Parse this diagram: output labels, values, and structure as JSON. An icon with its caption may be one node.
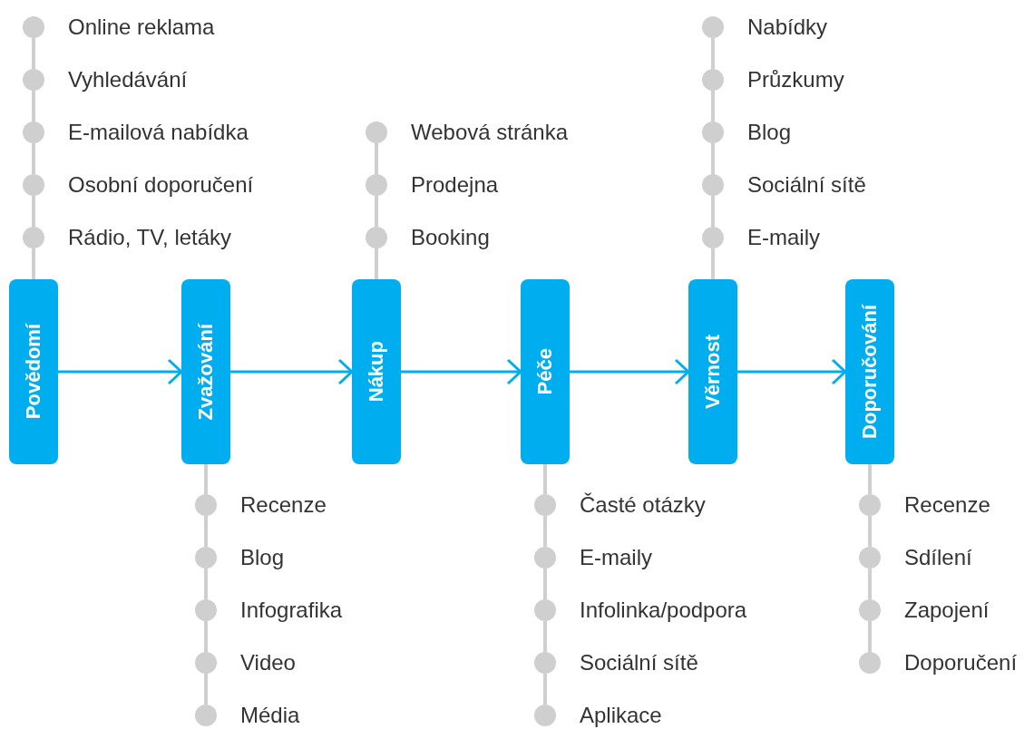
{
  "diagram": {
    "nodes": [
      {
        "text": [
          "Online reklama"
        ]
      },
      {
        "text": [
          "Vyhledávání"
        ]
      },
      {
        "text": [
          "E-mailová nabídka"
        ]
      },
      {
        "text": [
          "Osobní doporučení"
        ]
      },
      {
        "text": [
          "Rádio, TV, letáky"
        ]
      },
      {
        "text": [
          "Webová stránka"
        ]
      },
      {
        "text": [
          "Prodejna"
        ]
      },
      {
        "text": [
          "Booking"
        ]
      },
      {
        "text": [
          "Nabídky"
        ]
      },
      {
        "text": [
          "Průzkumy"
        ]
      },
      {
        "text": [
          "Blog"
        ]
      },
      {
        "text": [
          "Sociální sítě"
        ]
      },
      {
        "text": [
          "E-maily"
        ]
      },
      {
        "text": [
          "Povědomí"
        ]
      },
      {
        "text": [
          "Zvažování"
        ]
      },
      {
        "text": [
          "Nákup"
        ]
      },
      {
        "text": [
          "Péče"
        ]
      },
      {
        "text": [
          "Věrnost"
        ]
      },
      {
        "text": [
          "Doporučování"
        ]
      },
      {
        "text": [
          "Recenze"
        ]
      },
      {
        "text": [
          "Blog"
        ]
      },
      {
        "text": [
          "Infografika"
        ]
      },
      {
        "text": [
          "Video"
        ]
      },
      {
        "text": [
          "Média"
        ]
      },
      {
        "text": [
          "Časté otázky"
        ]
      },
      {
        "text": [
          "E-maily"
        ]
      },
      {
        "text": [
          "Infolinka/podpora"
        ]
      },
      {
        "text": [
          "Sociální sítě"
        ]
      },
      {
        "text": [
          "Aplikace"
        ]
      },
      {
        "text": [
          "Recenze"
        ]
      },
      {
        "text": [
          "Sdílení"
        ]
      },
      {
        "text": [
          "Zapojení"
        ]
      },
      {
        "text": [
          "Doporučení"
        ]
      }
    ],
    "edges": [
      {
        "from": 13,
        "to": 14,
        "arrow": "to",
        "color": "#00aeef"
      },
      {
        "from": 14,
        "to": 15,
        "arrow": "to",
        "color": "#00aeef"
      },
      {
        "from": 15,
        "to": 16,
        "arrow": "to",
        "color": "#00aeef"
      },
      {
        "from": 16,
        "to": 17,
        "arrow": "to",
        "color": "#00aeef"
      },
      {
        "from": 17,
        "to": 18,
        "arrow": "to",
        "color": "#00aeef"
      },
      {
        "from": 0,
        "to": 1,
        "arrow": "none"
      },
      {
        "from": 1,
        "to": 2,
        "arrow": "none"
      },
      {
        "from": 2,
        "to": 3,
        "arrow": "none"
      },
      {
        "from": 3,
        "to": 4,
        "arrow": "none"
      },
      {
        "from": 4,
        "to": 13,
        "arrow": "none"
      },
      {
        "from": 5,
        "to": 6,
        "arrow": "none"
      },
      {
        "from": 6,
        "to": 7,
        "arrow": "none"
      },
      {
        "from": 7,
        "to": 15,
        "arrow": "none"
      },
      {
        "from": 8,
        "to": 9,
        "arrow": "none"
      },
      {
        "from": 9,
        "to": 10,
        "arrow": "none"
      },
      {
        "from": 10,
        "to": 11,
        "arrow": "none"
      },
      {
        "from": 11,
        "to": 12,
        "arrow": "none"
      },
      {
        "from": 12,
        "to": 17,
        "arrow": "none"
      },
      {
        "from": 14,
        "to": 19,
        "arrow": "none"
      },
      {
        "from": 19,
        "to": 20,
        "arrow": "none"
      },
      {
        "from": 20,
        "to": 21,
        "arrow": "none"
      },
      {
        "from": 21,
        "to": 22,
        "arrow": "none"
      },
      {
        "from": 22,
        "to": 23,
        "arrow": "none"
      },
      {
        "from": 16,
        "to": 24,
        "arrow": "none"
      },
      {
        "from": 24,
        "to": 25,
        "arrow": "none"
      },
      {
        "from": 25,
        "to": 26,
        "arrow": "none"
      },
      {
        "from": 26,
        "to": 27,
        "arrow": "none"
      },
      {
        "from": 27,
        "to": 28,
        "arrow": "none"
      },
      {
        "from": 18,
        "to": 29,
        "arrow": "none"
      },
      {
        "from": 29,
        "to": 30,
        "arrow": "none"
      },
      {
        "from": 30,
        "to": 31,
        "arrow": "none"
      },
      {
        "from": 31,
        "to": 32,
        "arrow": "none"
      }
    ]
  }
}
